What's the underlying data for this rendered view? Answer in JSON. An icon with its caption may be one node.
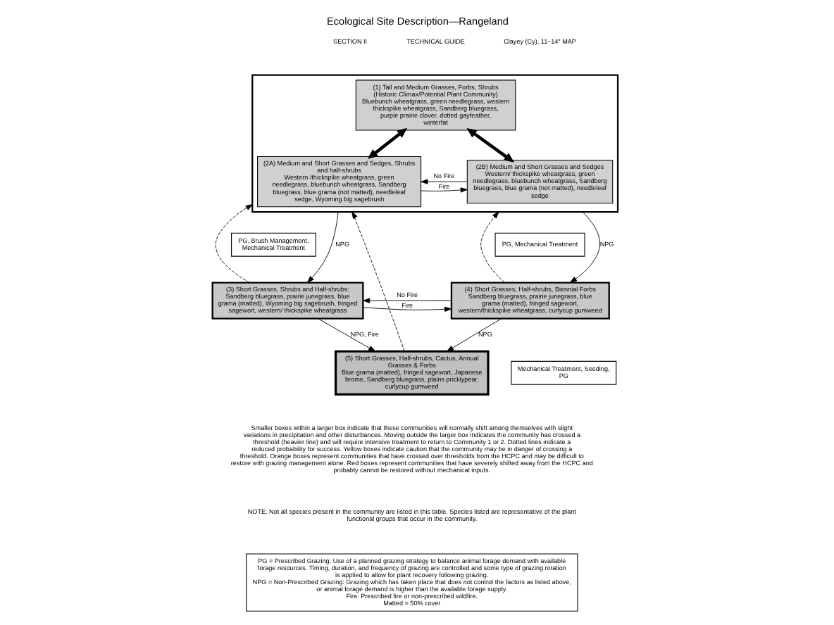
{
  "diagram": {
    "title": "Ecological Site Description—Rangeland",
    "nodes": [
      {
        "text": [],
        "shape": "box"
      },
      {
        "text": [
          "(1) Tall and Medium Grasses, Forbs, Shrubs (Historic Climax/Potential Plant Community)",
          "Bluebunch wheatgrass, green needlegrass, western thickspike wheatgrass, Sandberg bluegrass, purple prairie clover, dotted gayfeather, winterfat"
        ],
        "in": 0
      },
      {
        "text": [
          "(2A) Medium and Short Grasses and Sedges, Shrubs and half-shrubs",
          "Western /thickspike wheatgrass, green needlegrass, bluebunch wheatgrass, Sandberg bluegrass, blue grama (not matted), needleleaf sedge, Wyoming big sagebrush"
        ],
        "in": 0
      },
      {
        "text": [
          "(2B) Medium and Short Grasses and Sedges",
          "Western/ thickspike wheatgrass, green needlegrass, bluebunch wheatgrass, Sandberg bluegrass, blue grama (not matted), needleleaf sedge"
        ],
        "in": 0
      },
      {
        "text": [
          "PG, Brush Management, Mechanical Treatment"
        ]
      },
      {
        "text": [
          "PG, Mechanical Treatment"
        ]
      },
      {
        "text": [
          "(3) Short Grasses, Shrubs and Half-shrubs:",
          "Sandberg bluegrass, prairie junegrass, blue grama (matted), Wyoming big sagebrush, fringed sagewort, western/ thickspike wheatgrass"
        ]
      },
      {
        "text": [
          "(4) Short Grasses, Half-shrubs, Biennial Forbs",
          "Sandberg bluegrass, prairie junegrass, blue grama (matted), fringed sagewort, western/thickspike wheatgrass, curlycup gumweed"
        ]
      },
      {
        "text": [
          "Mechanical Treatment, Seeding, PG"
        ]
      },
      {
        "text": [
          "(5) Short Grasses, Half-shrubs, Cactus, Annual Grasses & Forbs",
          "Blue grama (matted), fringed sagewort, Japanese brome, Sandberg bluegrass, plains pricklypear, curlycup gumweed"
        ]
      },
      {
        "text": [
          "PG = Prescribed Grazing: Use of a planned grazing strategy to balance animal forage demand with available forage resources. Timing, duration, and frequency of grazing are controlled and some type of grazing rotation is applied to allow for plant recovery following grazing.",
          "NPG = Non-Prescribed Grazing: Grazing which has taken place that does not control the factors as listed above, or animal forage demand is higher than the available forage supply.",
          "Fire: Prescribed fire or non-prescribed wildfire.",
          "Matted = 50% cover"
        ]
      }
    ],
    "edges": [
      {
        "from": 1,
        "to": 2,
        "arrow": "both",
        "style": "thick"
      },
      {
        "from": 1,
        "to": 3,
        "arrow": "both",
        "style": "thick"
      },
      {
        "from": 3,
        "to": 2,
        "arrow": "to",
        "label": "No Fire"
      },
      {
        "from": 2,
        "to": 3,
        "arrow": "to",
        "label": "Fire"
      },
      {
        "from": 0,
        "to": 6,
        "arrow": "to",
        "label": "NPG"
      },
      {
        "from": 6,
        "to": 0,
        "arrow": "to",
        "style": "dashed"
      },
      {
        "from": 0,
        "to": 7,
        "arrow": "to",
        "label": "NPG"
      },
      {
        "from": 7,
        "to": 0,
        "arrow": "to",
        "style": "dashed"
      },
      {
        "from": 7,
        "to": 6,
        "arrow": "to",
        "label": "No Fire"
      },
      {
        "from": 6,
        "to": 7,
        "arrow": "to",
        "label": "Fire"
      },
      {
        "from": 6,
        "to": 9,
        "arrow": "to",
        "label": "NPG, Fire"
      },
      {
        "from": 7,
        "to": 9,
        "arrow": "to",
        "label": "NPG"
      },
      {
        "from": 9,
        "to": 0,
        "arrow": "to",
        "style": "dashed"
      }
    ],
    "labels": [
      "SECTION II",
      "TECHNICAL GUIDE",
      "Clayey (Cy), 11–14\" MAP",
      "Smaller boxes within a larger box indicate that these communities will normally shift among themselves with slight variations in precipitation and other disturbances. Moving outside the larger box indicates the community has crossed a threshold (heavier line) and will require intensive treatment to return to Community 1 or 2. Dotted lines indicate a reduced probability for success. Yellow boxes indicate caution that the community may be in danger of crossing a threshold. Orange boxes represent communities that have crossed over thresholds from the HCPC and may be difficult to restore with grazing management alone. Red boxes represent communities that have severely shifted away from the HCPC and probably cannot be restored without mechanical inputs.",
      "NOTE: Not all species present in the community are listed in this table. Species listed are representative of the plant functional groups that occur in the community."
    ]
  }
}
